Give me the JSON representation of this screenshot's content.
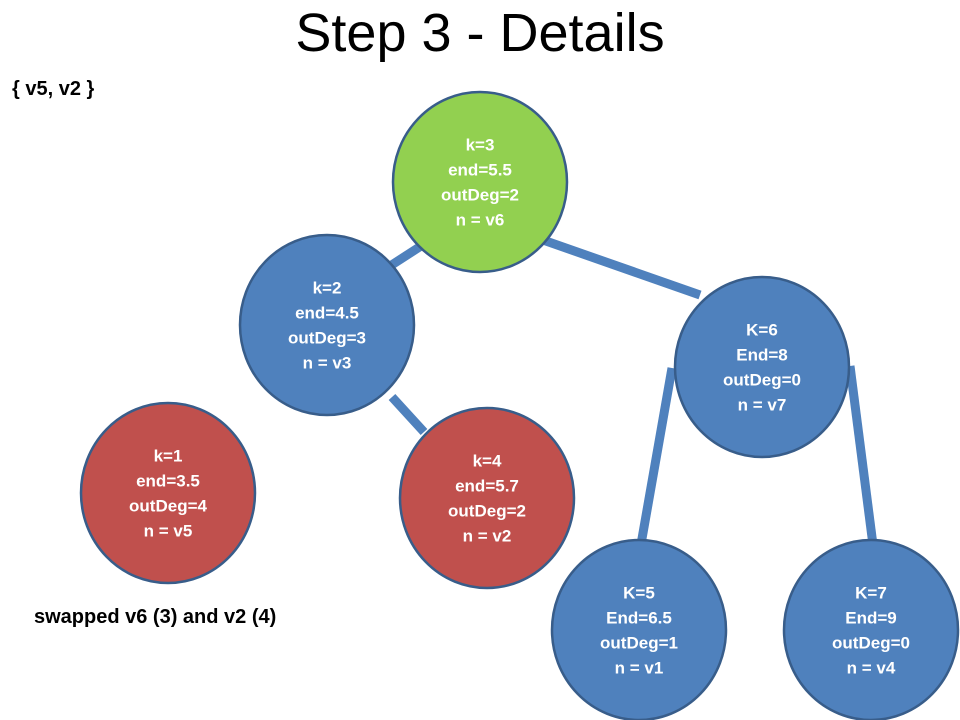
{
  "title": "Step 3 - Details",
  "set_label": "{ v5, v2 }",
  "note": "swapped v6 (3) and v2 (4)",
  "colors": {
    "green": "#92d050",
    "blue": "#4f81bd",
    "red": "#c0504d",
    "outline": "#385d8a",
    "edge": "#4f81bd"
  },
  "nodes": [
    {
      "id": "v6",
      "color": "green",
      "lines": [
        "k=3",
        "end=5.5",
        "outDeg=2",
        "n = v6"
      ]
    },
    {
      "id": "v3",
      "color": "blue",
      "lines": [
        "k=2",
        "end=4.5",
        "outDeg=3",
        "n = v3"
      ]
    },
    {
      "id": "v7",
      "color": "blue",
      "lines": [
        "K=6",
        "End=8",
        "outDeg=0",
        "n = v7"
      ]
    },
    {
      "id": "v5",
      "color": "red",
      "lines": [
        "k=1",
        "end=3.5",
        "outDeg=4",
        "n = v5"
      ]
    },
    {
      "id": "v2",
      "color": "red",
      "lines": [
        "k=4",
        "end=5.7",
        "outDeg=2",
        "n = v2"
      ]
    },
    {
      "id": "v1",
      "color": "blue",
      "lines": [
        "K=5",
        "End=6.5",
        "outDeg=1",
        "n = v1"
      ]
    },
    {
      "id": "v4",
      "color": "blue",
      "lines": [
        "K=7",
        "End=9",
        "outDeg=0",
        "n = v4"
      ]
    }
  ],
  "edges": [
    {
      "from": "v6",
      "to": "v3"
    },
    {
      "from": "v6",
      "to": "v7"
    },
    {
      "from": "v3",
      "to": "v2"
    },
    {
      "from": "v7",
      "to": "v1"
    },
    {
      "from": "v7",
      "to": "v4"
    }
  ]
}
